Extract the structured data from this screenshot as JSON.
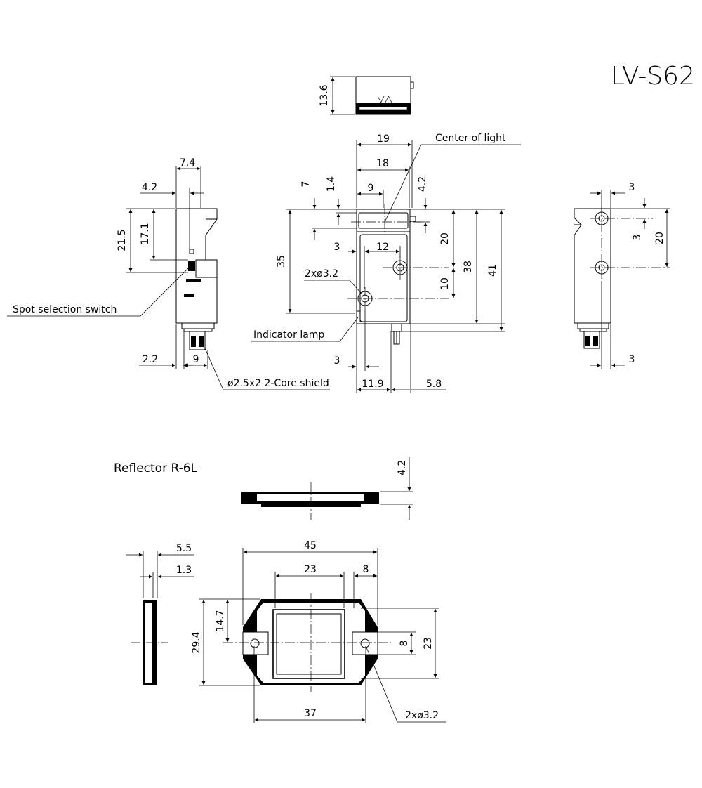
{
  "model": "LV-S62",
  "labels": {
    "center_of_light": "Center of light",
    "spot_selection_switch": "Spot selection switch",
    "indicator_lamp": "Indicator lamp",
    "cable": "ø2.5x2 2-Core shield",
    "holes_front": "2xø3.2",
    "reflector": "Reflector R-6L",
    "holes_reflector": "2xø3.2",
    "indicator_symbol": "▽△"
  },
  "dimensions": {
    "top_height": "13.6",
    "front_width_19": "19",
    "front_width_18": "18",
    "front_9": "9",
    "front_7": "7",
    "front_1_4": "1.4",
    "front_4_2": "4.2",
    "front_3": "3",
    "front_12": "12",
    "front_20": "20",
    "front_10": "10",
    "front_35": "35",
    "front_38": "38",
    "front_41": "41",
    "front_bottom_3": "3",
    "front_11_9": "11.9",
    "front_5_8": "5.8",
    "side_7_4": "7.4",
    "side_4_2": "4.2",
    "side_21_5": "21.5",
    "side_17_1": "17.1",
    "side_2_2": "2.2",
    "side_9": "9",
    "rside_3_top": "3",
    "rside_3_mid": "3",
    "rside_20": "20",
    "rside_3_bottom": "3",
    "refl_4_2": "4.2",
    "refl_5_5": "5.5",
    "refl_1_3": "1.3",
    "refl_45": "45",
    "refl_23_top": "23",
    "refl_8_top": "8",
    "refl_14_7": "14.7",
    "refl_29_4": "29.4",
    "refl_8_right": "8",
    "refl_23_right": "23",
    "refl_37": "37"
  }
}
